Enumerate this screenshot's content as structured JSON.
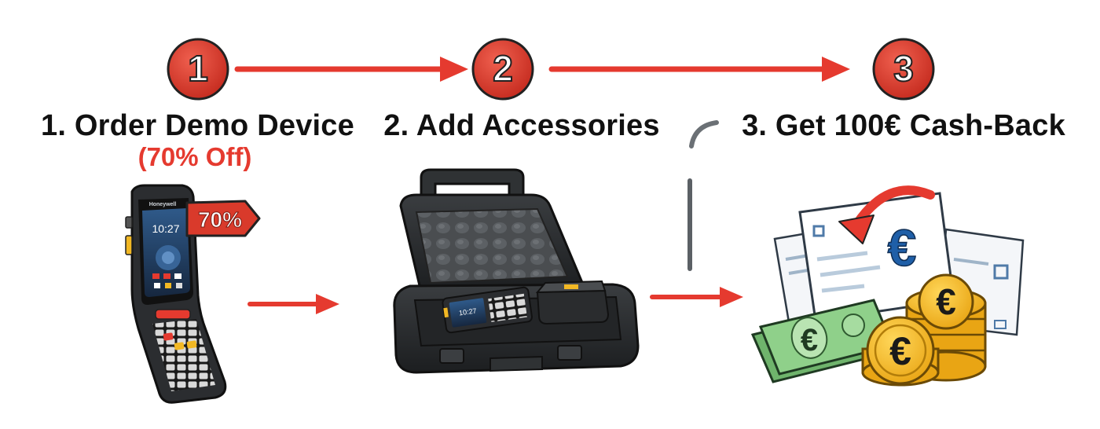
{
  "steps": [
    {
      "number": "1",
      "title": "1. Order Demo Device",
      "subtitle": "(70% Off)"
    },
    {
      "number": "2",
      "title": "2. Add Accessories"
    },
    {
      "number": "3",
      "title": "3. Get 100€ Cash-Back"
    }
  ],
  "device": {
    "brand": "Honeywell",
    "time": "10:27",
    "discount_tag": "70%",
    "case_screen_time": "10:27"
  },
  "icons": [
    "step-number-badge-icon",
    "arrow-right-icon",
    "handheld-scanner-icon",
    "discount-tag-icon",
    "carrying-case-icon",
    "charging-cradle-icon",
    "invoice-document-icon",
    "euro-symbol-icon",
    "cash-banknote-icon",
    "euro-coin-stack-icon",
    "curved-return-arrow-icon"
  ],
  "colors": {
    "accent_red": "#e53a2f",
    "badge_red": "#d93a2b",
    "text_dark": "#111111",
    "euro_blue": "#1f5fa8",
    "coin_gold": "#f2b824",
    "note_green": "#7cc47a",
    "case_black": "#2a2c2e"
  }
}
